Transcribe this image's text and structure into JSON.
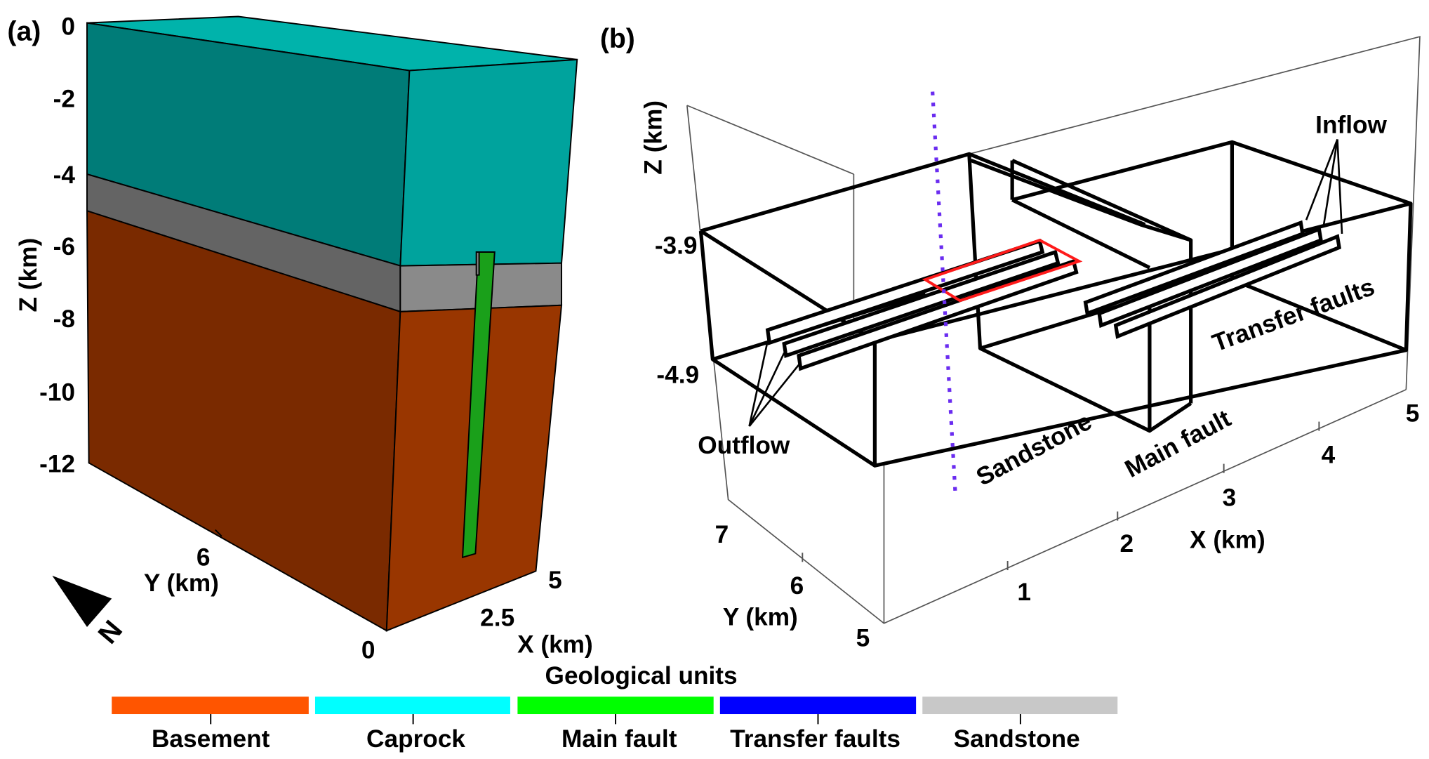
{
  "panel_a": {
    "label": "(a)",
    "z_axis_title": "Z (km)",
    "z_ticks": [
      "0",
      "-2",
      "-4",
      "-6",
      "-8",
      "-10",
      "-12"
    ],
    "y_axis_title": "Y (km)",
    "y_tick": "6",
    "x_axis_title": "X (km)",
    "x_ticks": [
      "0",
      "2.5",
      "5"
    ],
    "north_label": "N",
    "colors": {
      "caprock_top": "#00b3ab",
      "caprock_front": "#007c78",
      "caprock_side": "#00a39d",
      "sandstone_front": "#646464",
      "sandstone_side": "#8a8a8a",
      "basement_front": "#7a2a00",
      "basement_side": "#993600",
      "fault": "#1aa01a"
    }
  },
  "panel_b": {
    "label": "(b)",
    "z_axis_title": "Z (km)",
    "z_ticks": [
      "-3.9",
      "-4.9"
    ],
    "x_axis_title": "X (km)",
    "x_ticks": [
      "1",
      "2",
      "3",
      "4",
      "5"
    ],
    "y_axis_title": "Y (km)",
    "y_ticks": [
      "7",
      "6",
      "5"
    ],
    "annotations": {
      "inflow": "Inflow",
      "outflow": "Outflow",
      "transfer_faults": "Transfer faults",
      "sandstone": "Sandstone",
      "main_fault": "Main fault"
    },
    "colors": {
      "well_line": "#6a2cf0",
      "highlight": "#ff1a1a"
    }
  },
  "legend": {
    "title": "Geological units",
    "items": [
      {
        "label": "Basement",
        "color": "#ff5500"
      },
      {
        "label": "Caprock",
        "color": "#00ffff"
      },
      {
        "label": "Main fault",
        "color": "#00ff00"
      },
      {
        "label": "Transfer faults",
        "color": "#0000ff"
      },
      {
        "label": "Sandstone",
        "color": "#c8c8c8"
      }
    ]
  }
}
